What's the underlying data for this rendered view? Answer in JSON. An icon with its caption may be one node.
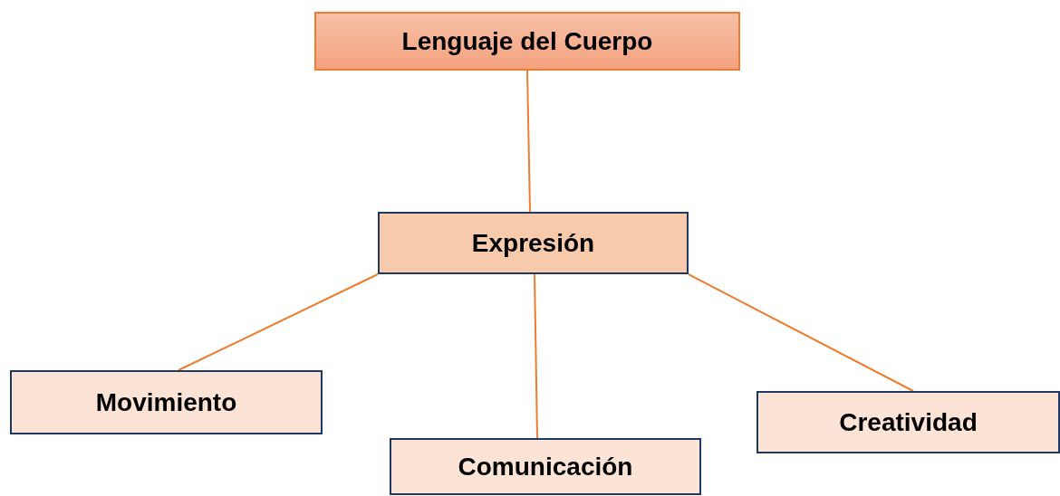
{
  "diagram": {
    "nodes": [
      {
        "text": [
          "Lenguaje del Cuerpo"
        ]
      },
      {
        "text": [
          "Expresión"
        ]
      },
      {
        "text": [
          "Movimiento"
        ]
      },
      {
        "text": [
          "Comunicación"
        ]
      },
      {
        "text": [
          "Creatividad"
        ]
      }
    ],
    "edges": [
      {
        "from": 0,
        "to": 1,
        "arrow": "none"
      },
      {
        "from": 1,
        "to": 2,
        "arrow": "none"
      },
      {
        "from": 1,
        "to": 3,
        "arrow": "none"
      },
      {
        "from": 1,
        "to": 4,
        "arrow": "none"
      }
    ]
  }
}
